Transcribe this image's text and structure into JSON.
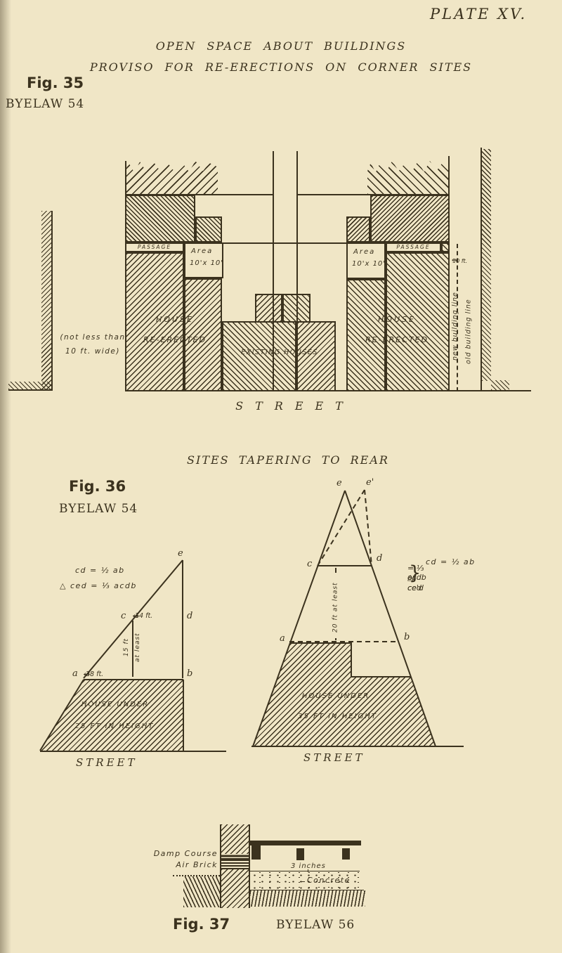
{
  "plate_title": "PLATE XV.",
  "header": {
    "title1": "OPEN SPACE ABOUT BUILDINGS",
    "title2": "PROVISO FOR RE-ERECTIONS ON CORNER SITES"
  },
  "glyphs": {
    "arrow_left": "←",
    "arrow_right": "→",
    "brace": "}"
  },
  "fig35": {
    "fig_label": "Fig. 35",
    "byelaw": "BYELAW 54",
    "note1": "(not less than",
    "note2": "10 ft. wide)",
    "passage": "PASSAGE",
    "area_line1": "Area",
    "area_line2": "10'x 10'",
    "house_line1": "HOUSE",
    "house_line2": "RE-ERECTED",
    "existing": "EXISTING HOUSES",
    "dim_10ft": "10 ft.",
    "new_building_line": "new building line",
    "old_building_line": "old building line",
    "street": "STREET"
  },
  "fig36": {
    "heading": "SITES TAPERING TO REAR",
    "fig_label": "Fig. 36",
    "byelaw": "BYELAW 54",
    "pts": {
      "e": "e",
      "e2": "e'",
      "c": "c",
      "d": "d",
      "a": "a",
      "b": "b"
    },
    "left": {
      "formula1": "cd = ½ ab",
      "formula2": "△ ced = ⅓ acdb",
      "dim_cd": "14 ft.",
      "dim_ab": "28 ft.",
      "dim_h1": "15 ft",
      "dim_h2": "at least",
      "house1": "HOUSE UNDER",
      "house2": "25 FT IN HEIGHT",
      "street": "STREET"
    },
    "right": {
      "formula1": "cd = ½ ab",
      "formula2a": "△ ced",
      "formula2b": "or ce'd",
      "formula2rhs": "= ⅓ acdb",
      "dim_h": "20 ft at least",
      "house1": "HOUSE UNDER",
      "house2": "35 FT IN HEIGHT",
      "street": "STREET"
    }
  },
  "fig37": {
    "fig_label": "Fig. 37",
    "byelaw": "BYELAW 56",
    "damp_course": "Damp Course",
    "air_brick": "Air Brick",
    "three_inches": "3 inches",
    "concrete": "Concrete"
  }
}
